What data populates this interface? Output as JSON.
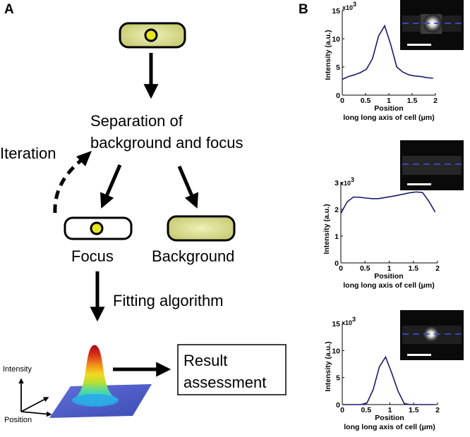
{
  "panel_a": {
    "letter": "A",
    "separation_line1": "Separation of",
    "separation_line2": "background and focus",
    "iteration": "Iteration",
    "focus": "Focus",
    "background": "Background",
    "fitting": "Fitting algorithm",
    "result_line1": "Result",
    "result_line2": "assessment",
    "axis_intensity": "Intensity",
    "axis_position": "Position"
  },
  "panel_b": {
    "letter": "B"
  },
  "colors": {
    "line": "#1a1a6e",
    "cell_fill": "#d8dc8a",
    "focus_dot": "#e6e61e",
    "dash": "#4646c8"
  },
  "chart_data": [
    {
      "type": "line",
      "xlabel": "Position along long axis of cell (μm)",
      "ylabel": "Intensity (a.u.)",
      "y_multiplier": "x10",
      "y_exponent": "3",
      "xlim": [
        0,
        2
      ],
      "ylim": [
        0,
        15
      ],
      "x_ticks": [
        "0",
        "0.5",
        "1",
        "1.5",
        "2"
      ],
      "y_ticks": [
        "0",
        "5",
        "10",
        "15"
      ],
      "y_tick_values": [
        0,
        5,
        10,
        15
      ],
      "x": [
        0,
        0.13,
        0.26,
        0.39,
        0.52,
        0.65,
        0.78,
        0.91,
        1.04,
        1.17,
        1.3,
        1.43,
        1.56,
        1.69,
        1.82,
        1.95
      ],
      "y": [
        2.8,
        3.3,
        3.6,
        4.0,
        4.6,
        6.5,
        10.5,
        12.3,
        9.0,
        5.0,
        4.1,
        3.6,
        3.4,
        3.3,
        3.1,
        3.0
      ]
    },
    {
      "type": "line",
      "xlabel": "Position along long axis of cell (μm)",
      "ylabel": "Intensity (a.u.)",
      "y_multiplier": "x10",
      "y_exponent": "3",
      "xlim": [
        0,
        2
      ],
      "ylim": [
        0,
        3
      ],
      "x_ticks": [
        "0",
        "0.5",
        "1",
        "1.5",
        "2"
      ],
      "y_ticks": [
        "0",
        "1",
        "2",
        "3"
      ],
      "y_tick_values": [
        0,
        1,
        2,
        3
      ],
      "x": [
        0,
        0.13,
        0.26,
        0.39,
        0.52,
        0.65,
        0.78,
        0.91,
        1.04,
        1.17,
        1.3,
        1.43,
        1.56,
        1.69,
        1.82,
        1.95
      ],
      "y": [
        1.85,
        2.28,
        2.46,
        2.45,
        2.42,
        2.4,
        2.4,
        2.44,
        2.48,
        2.52,
        2.57,
        2.62,
        2.65,
        2.63,
        2.3,
        1.9
      ]
    },
    {
      "type": "line",
      "xlabel": "Position along long axis of cell (μm)",
      "ylabel": "Intensity (a.u.)",
      "y_multiplier": "x10",
      "y_exponent": "3",
      "xlim": [
        0,
        2
      ],
      "ylim": [
        0,
        15
      ],
      "x_ticks": [
        "0",
        "0.5",
        "1",
        "1.5",
        "2"
      ],
      "y_ticks": [
        "0",
        "5",
        "10",
        "15"
      ],
      "y_tick_values": [
        0,
        5,
        10,
        15
      ],
      "x": [
        0,
        0.13,
        0.26,
        0.39,
        0.52,
        0.65,
        0.78,
        0.91,
        1.04,
        1.17,
        1.3,
        1.43,
        1.56,
        1.69,
        1.82,
        1.95
      ],
      "y": [
        0,
        0,
        0,
        0,
        0.3,
        2.8,
        7.0,
        8.8,
        5.8,
        2.5,
        0.2,
        0,
        0,
        0,
        0,
        0
      ]
    }
  ]
}
